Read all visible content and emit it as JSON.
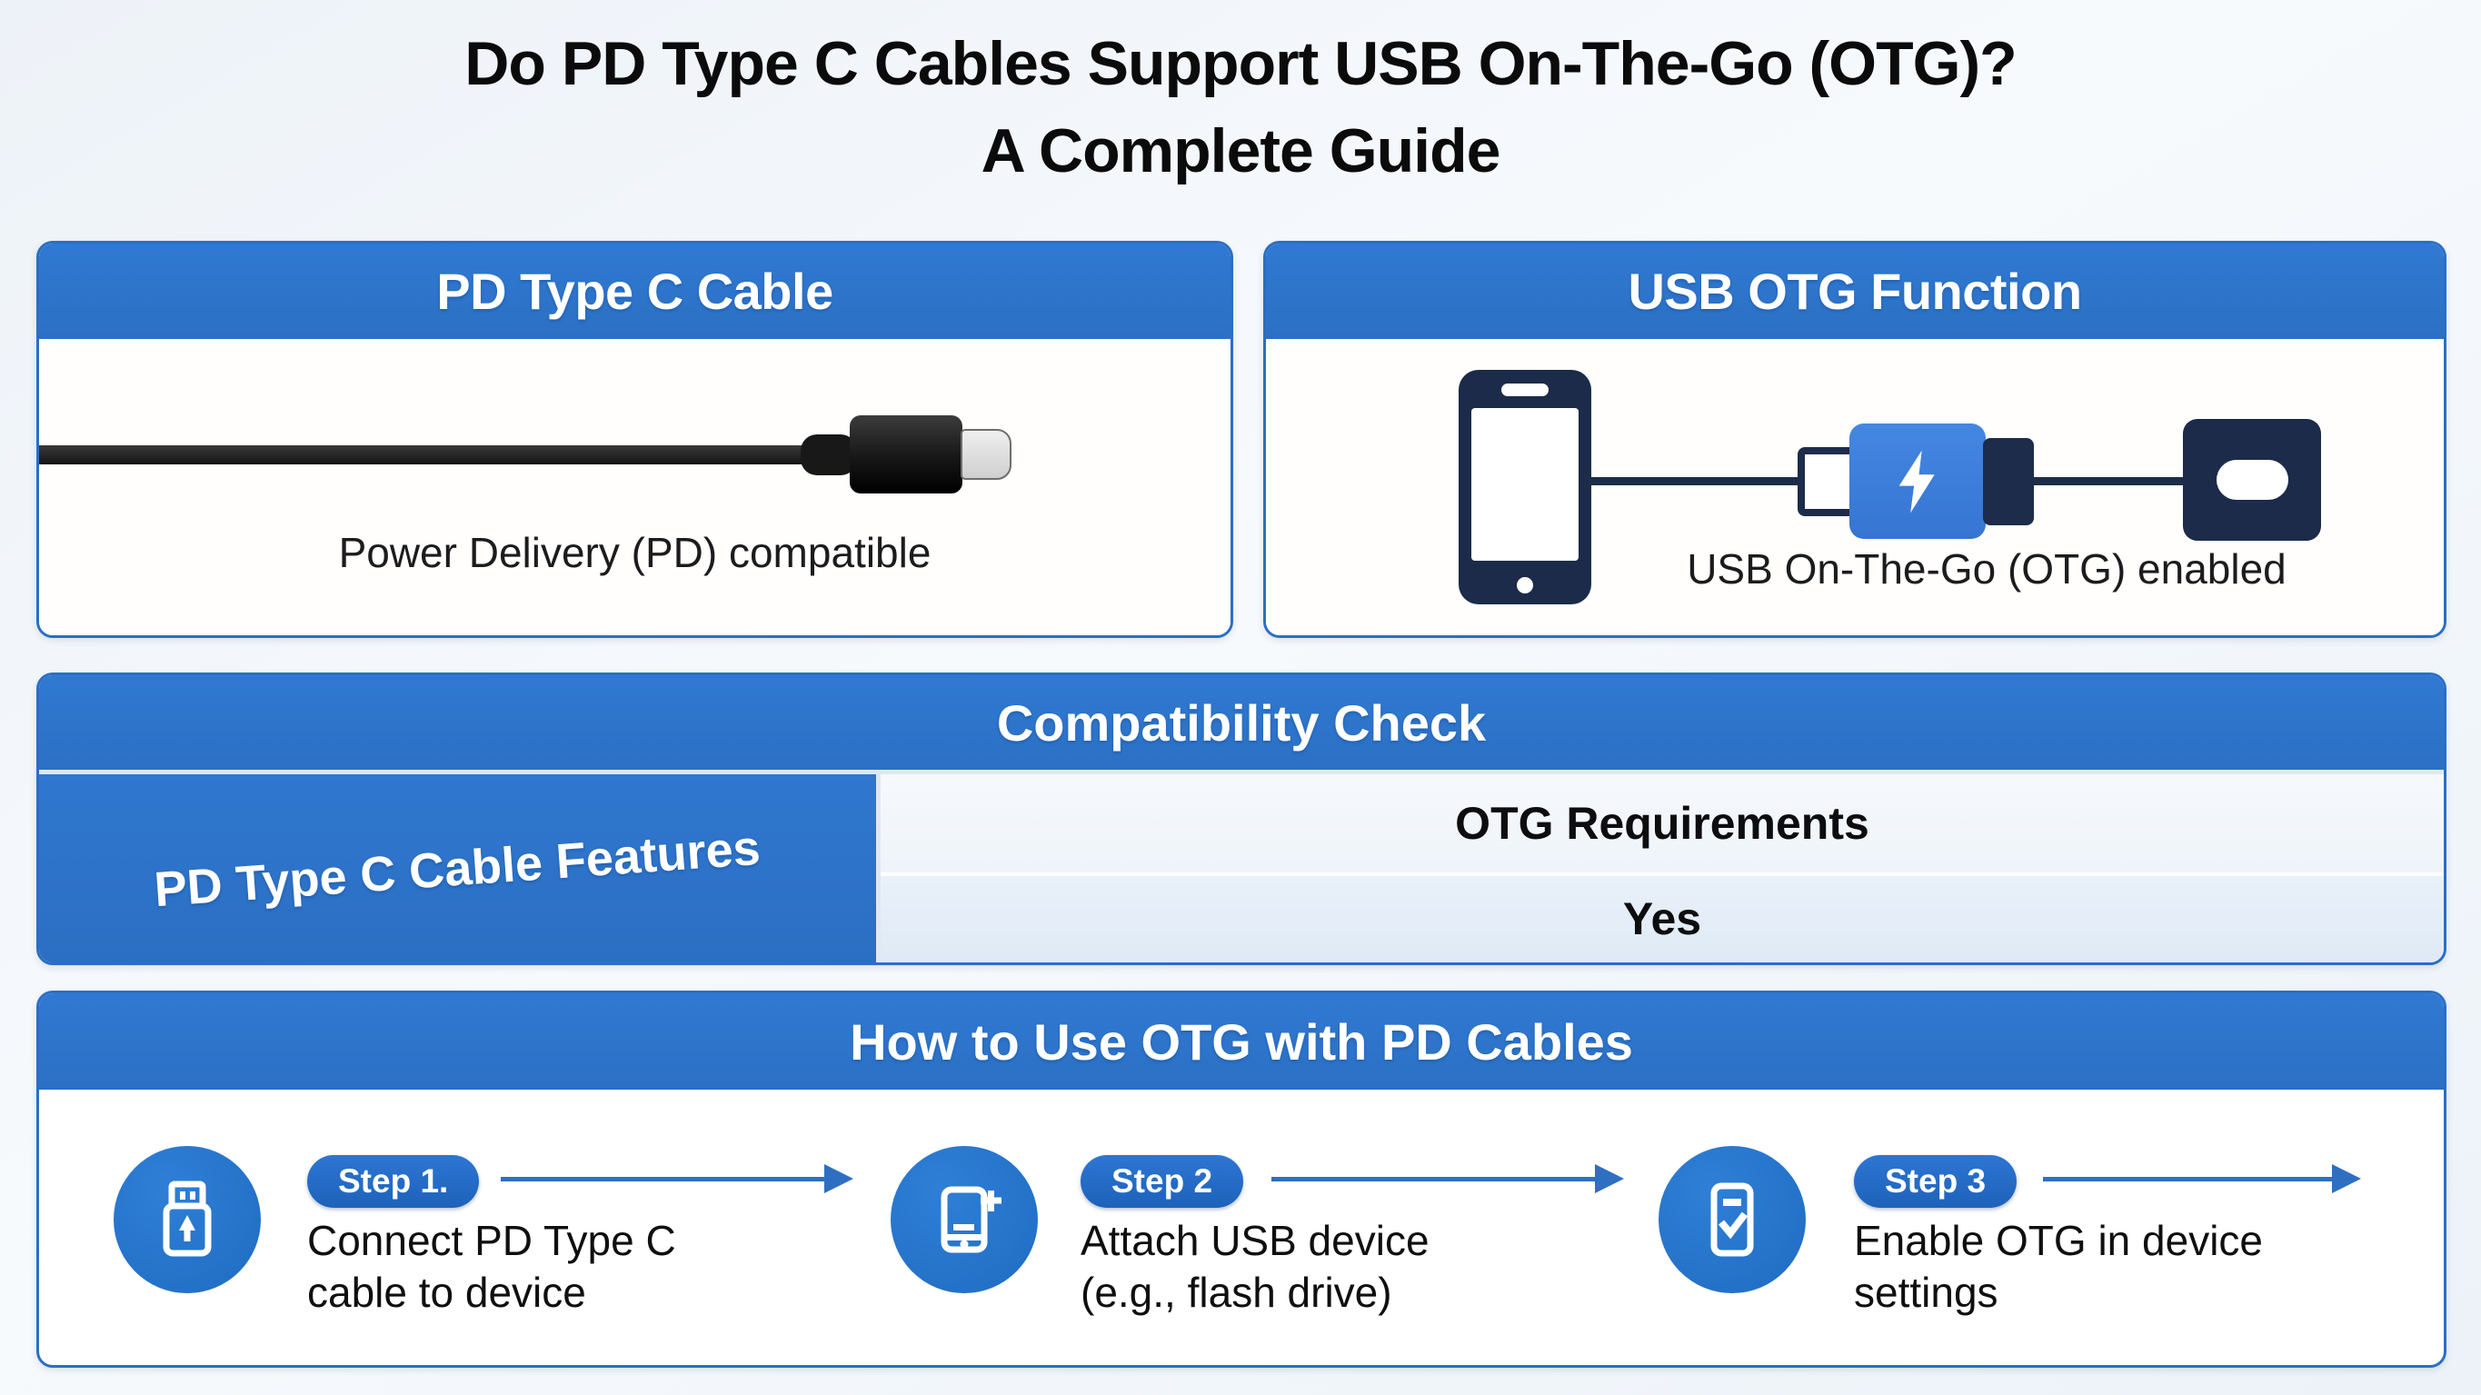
{
  "title": {
    "line1": "Do PD Type C Cables Support USB On-The-Go (OTG)?",
    "line2": "A Complete Guide"
  },
  "cards": {
    "pd_cable": {
      "header": "PD Type C Cable",
      "caption": "Power Delivery (PD) compatible",
      "illustration": "usb-c-cable-with-connector"
    },
    "otg_function": {
      "header": "USB OTG Function",
      "caption": "USB On-The-Go (OTG) enabled",
      "illustration": "phone-otg-adapter-flash-drive",
      "adapter_icon": "lightning-bolt-icon"
    }
  },
  "compatibility": {
    "header": "Compatibility Check",
    "row_label": "PD Type C Cable Features",
    "column_header": "OTG Requirements",
    "value": "Yes"
  },
  "how_to": {
    "header": "How to Use OTG with PD Cables",
    "steps": [
      {
        "badge": "Step 1.",
        "text": "Connect PD Type C cable to device",
        "icon": "usb-flash-drive-icon"
      },
      {
        "badge": "Step 2",
        "text": "Attach USB device (e.g., flash drive)",
        "icon": "usb-device-icon"
      },
      {
        "badge": "Step 3",
        "text": "Enable OTG in device settings",
        "icon": "device-checkmark-icon"
      }
    ]
  },
  "colors": {
    "accent_blue": "#2b70c4",
    "adapter_blue": "#3d80de",
    "navy": "#1b2b49",
    "row_light": "#f3f7fb",
    "row_yes": "#e3edf8",
    "background": "#eef3f8",
    "text": "#0c0c0d"
  }
}
